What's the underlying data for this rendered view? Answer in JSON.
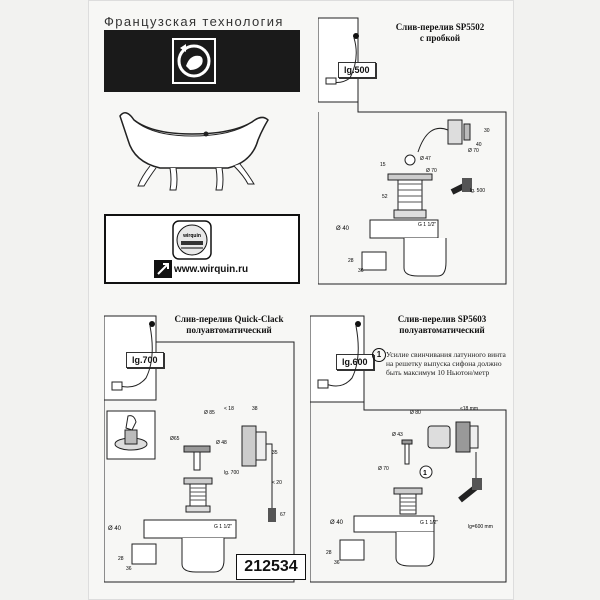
{
  "header": {
    "brand_text": "Французская технология"
  },
  "website": {
    "url": "www.wirquin.ru",
    "seal_text": "wirquin"
  },
  "panels": {
    "sp5502": {
      "title_line1": "Слив-перелив SP5502",
      "title_line2": "с пробкой",
      "length_tag": "lg.500",
      "dims": [
        "Ø 47",
        "Ø 70",
        "Ø 70",
        "15",
        "52",
        "30",
        "40",
        "lg. 500",
        "G 1 1/2\"",
        "Ø 40",
        "28",
        "36"
      ]
    },
    "quickclack": {
      "title_line1": "Слив-перелив Quick-Clack",
      "title_line2": "полуавтоматический",
      "length_tag": "lg.700",
      "dims": [
        "Ø65",
        "Ø 85",
        "Ø 48",
        "< 18",
        "38",
        "lg. 700",
        "< 20",
        "35",
        "67",
        "G 1 1/2\"",
        "Ø 40",
        "28",
        "36"
      ]
    },
    "sp5603": {
      "title_line1": "Слив-перелив SP5603",
      "title_line2": "полуавтоматический",
      "length_tag": "lg.600",
      "dims": [
        "Ø 80",
        "Ø 43",
        "Ø 70",
        "≤18 mm",
        "lg=600 mm",
        "G 1 1/2\"",
        "Ø 40",
        "28",
        "36"
      ],
      "note_number": "1",
      "note_text": "Усилие свинчивания латунного винта на решетку выпуска сифона должно быть максимум 10 Ньютон/метр"
    }
  },
  "product_code": "212534"
}
